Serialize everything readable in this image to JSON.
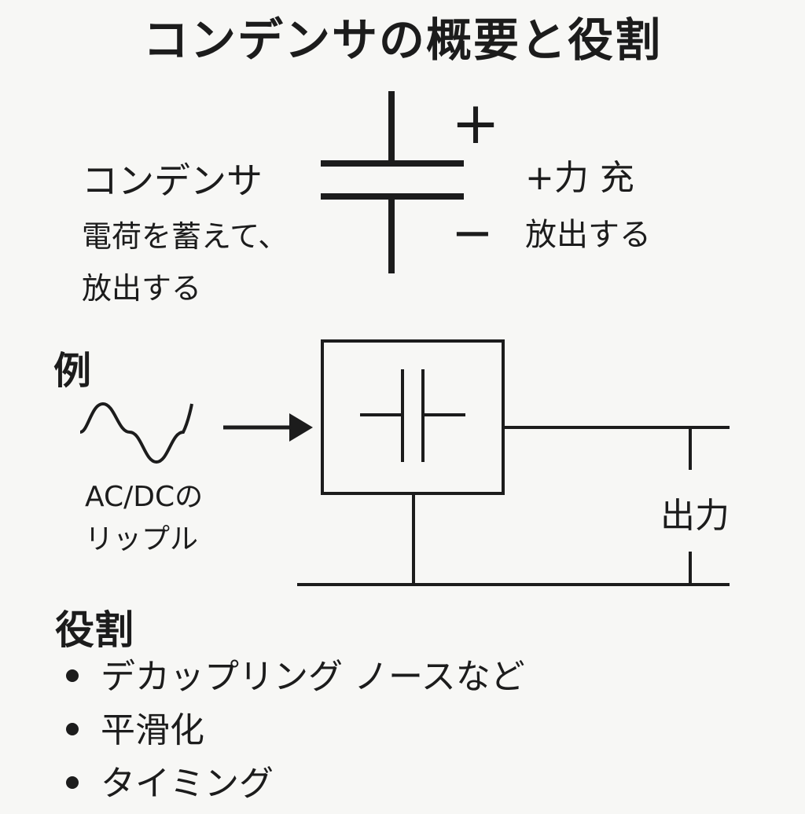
{
  "title": "コンデンサの概要と役割",
  "capacitor": {
    "name": "コンデンサ",
    "desc_line1": "電荷を蓄えて、",
    "desc_line2": "放出する",
    "plus": "+",
    "minus": "−",
    "charge": "+力 充",
    "discharge": "放出する"
  },
  "example": {
    "label": "例",
    "ripple_line1": "AC/DCの",
    "ripple_line2": "リップル",
    "output": "出力"
  },
  "roles": {
    "heading": "役割",
    "items": [
      "デカップリング ノースなど",
      "平滑化",
      "タイミング"
    ]
  }
}
